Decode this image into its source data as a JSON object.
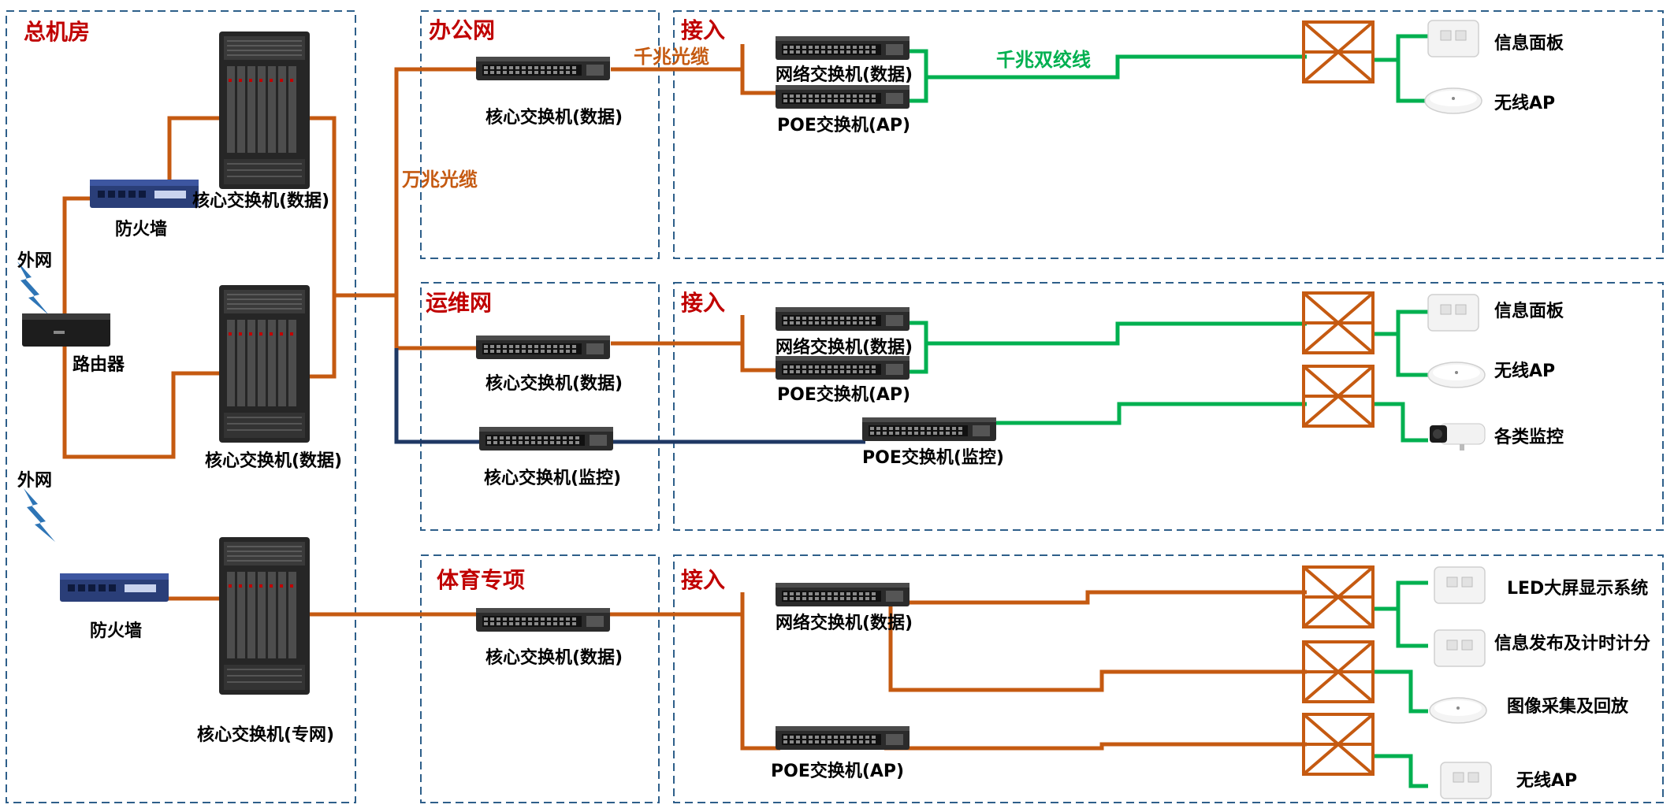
{
  "colors": {
    "fiber": "#c55a11",
    "twisted_pair": "#00b050",
    "monitor_link": "#1f3864",
    "zone_border": "#2e5f8a",
    "title": "#c00000"
  },
  "zones": {
    "main_room": "总机房",
    "office": "办公网",
    "ops": "运维网",
    "sports": "体育专项",
    "access_office": "接入",
    "access_ops": "接入",
    "access_sports": "接入"
  },
  "cables": {
    "gigabit_fiber": "千兆光缆",
    "ten_gigabit_fiber": "万兆光缆",
    "gigabit_twisted_pair": "千兆双绞线"
  },
  "main_room": {
    "external_net_1": "外网",
    "external_net_2": "外网",
    "router": "路由器",
    "firewall_1": "防火墙",
    "firewall_2": "防火墙",
    "core_switch_1": "核心交换机(数据)",
    "core_switch_2": "核心交换机(数据)",
    "core_switch_private": "核心交换机(专网)"
  },
  "office": {
    "core_switch": "核心交换机(数据)",
    "net_switch": "网络交换机(数据)",
    "poe_switch": "POE交换机(AP)",
    "end_1": "信息面板",
    "end_2": "无线AP"
  },
  "ops": {
    "core_switch_data": "核心交换机(数据)",
    "core_switch_monitor": "核心交换机(监控)",
    "net_switch": "网络交换机(数据)",
    "poe_switch_ap": "POE交换机(AP)",
    "poe_switch_monitor": "POE交换机(监控)",
    "end_1": "信息面板",
    "end_2": "无线AP",
    "end_3": "各类监控"
  },
  "sports": {
    "core_switch": "核心交换机(数据)",
    "net_switch": "网络交换机(数据)",
    "poe_switch": "POE交换机(AP)",
    "end_1": "LED大屏显示系统",
    "end_2": "信息发布及计时计分",
    "end_3": "图像采集及回放",
    "end_4": "无线AP"
  }
}
